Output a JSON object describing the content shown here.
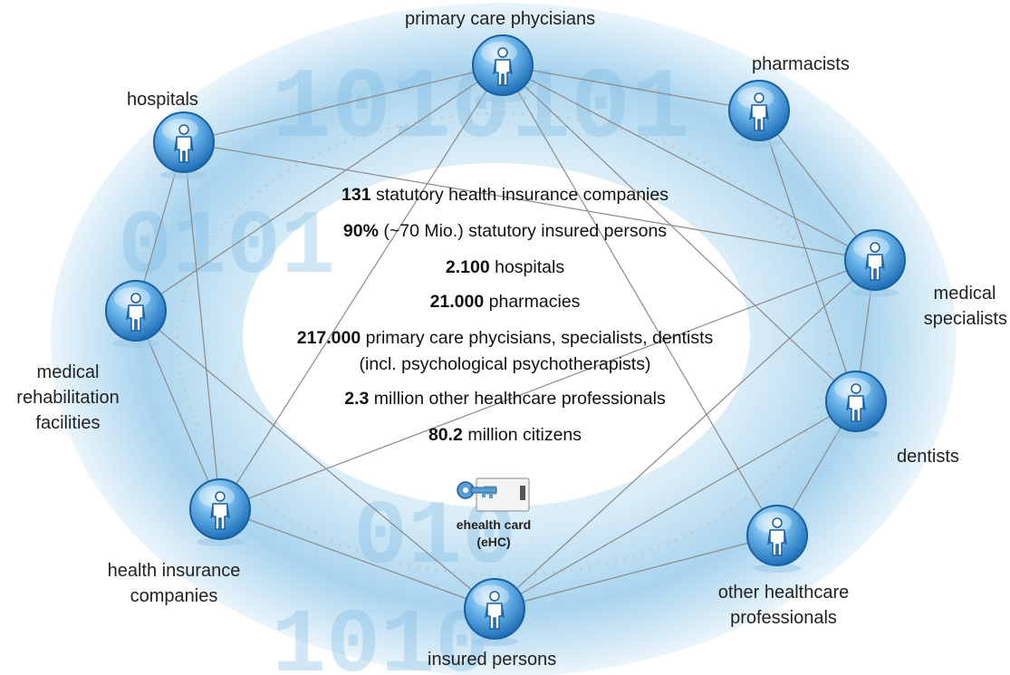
{
  "nodes": [
    {
      "id": "primary-care",
      "label": [
        "primary care phycisians"
      ]
    },
    {
      "id": "pharmacists",
      "label": [
        "pharmacists"
      ]
    },
    {
      "id": "hospitals",
      "label": [
        "hospitals"
      ]
    },
    {
      "id": "medical-specialists",
      "label": [
        "medical",
        "specialists"
      ]
    },
    {
      "id": "rehab",
      "label": [
        "medical",
        "rehabilitation",
        "facilities"
      ]
    },
    {
      "id": "dentists",
      "label": [
        "dentists"
      ]
    },
    {
      "id": "health-insurance",
      "label": [
        "health insurance",
        "companies"
      ]
    },
    {
      "id": "other-professionals",
      "label": [
        "other healthcare",
        "professionals"
      ]
    },
    {
      "id": "insured-persons",
      "label": [
        "insured persons"
      ]
    }
  ],
  "stats": [
    {
      "value": "131",
      "text": " statutory health insurance companies"
    },
    {
      "value": "90%",
      "text": " (~70 Mio.) statutory insured persons"
    },
    {
      "value": "2.100",
      "text": " hospitals"
    },
    {
      "value": "21.000",
      "text": "  pharmacies"
    },
    {
      "value": "217.000",
      "text": " primary care phycisians, specialists, dentists"
    },
    {
      "value": "",
      "text": "(incl. psychological psychotherapists)"
    },
    {
      "value": "2.3",
      "text": " million other healthcare professionals"
    },
    {
      "value": "80.2",
      "text": " million citizens"
    }
  ],
  "card": {
    "line1": "ehealth card",
    "line2": "(eHC)"
  },
  "background_digits": [
    "1010101",
    "0101",
    "010",
    "1010"
  ],
  "colors": {
    "node": "#4a9fe0",
    "node_dark": "#1f6fb8",
    "ring": "#bfe0f3",
    "line": "#8a8a8a"
  }
}
